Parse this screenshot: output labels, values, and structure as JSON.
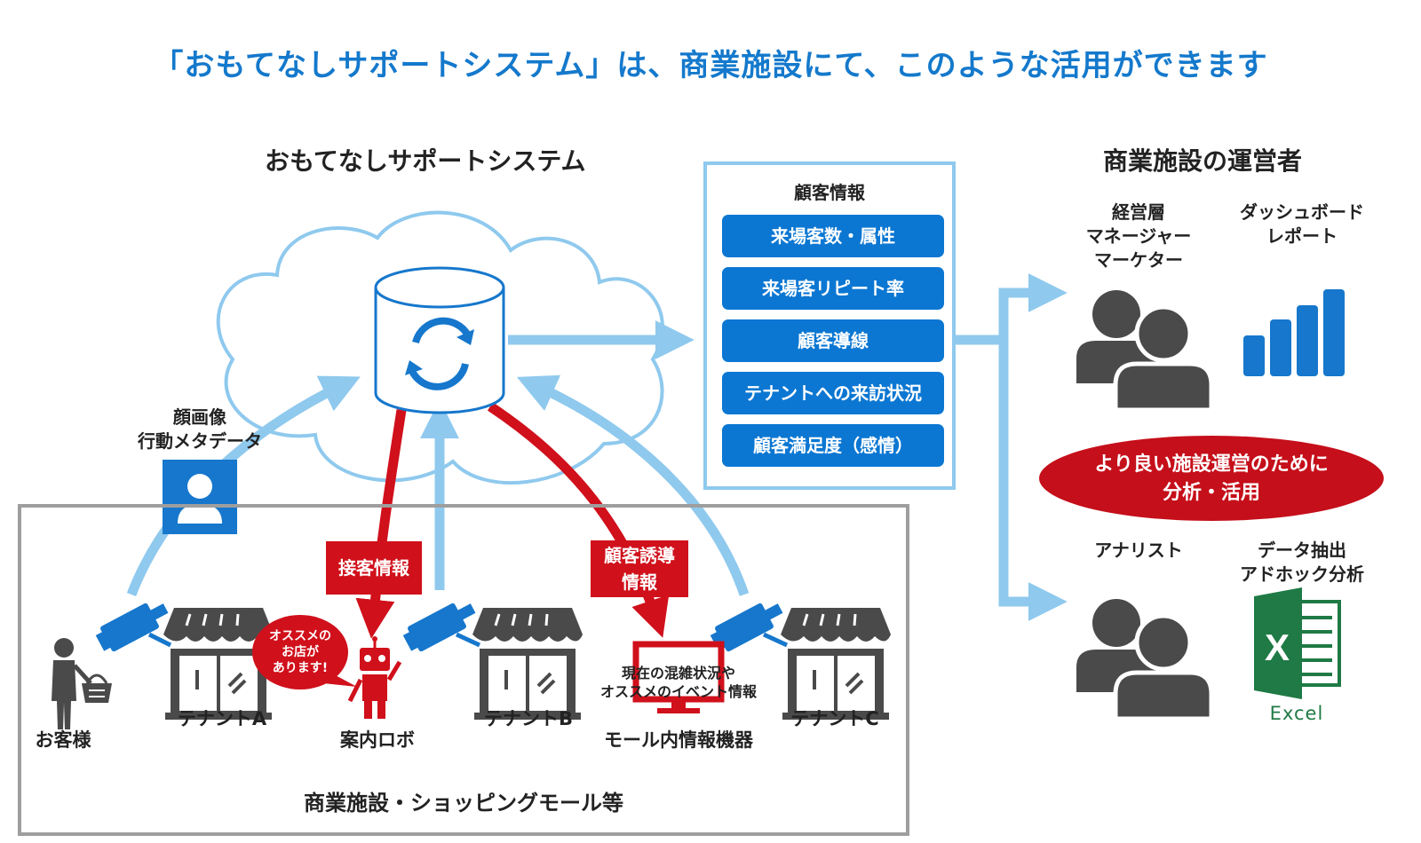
{
  "headline": "「おもてなしサポートシステム」は、商業施設にて、このような活用ができます",
  "system": {
    "title": "おもてなしサポートシステム"
  },
  "customer_info_panel": {
    "title": "顧客情報",
    "items": [
      "来場客数・属性",
      "来場客リピート率",
      "顧客導線",
      "テナントへの来訪状況",
      "顧客満足度（感情）"
    ]
  },
  "face_data_label": [
    "顔画像",
    "行動メタデータ"
  ],
  "red_tags": {
    "service_info": "接客情報",
    "guidance_info": [
      "顧客誘導",
      "情報"
    ]
  },
  "robot_bubble": [
    "オススメの",
    "お店が",
    "あります!"
  ],
  "display_text": [
    "現在の混雑状況や",
    "オススメのイベント情報"
  ],
  "facility": {
    "title": "商業施設・ショッピングモール等",
    "customer": "お客様",
    "tenant_a": "テナントA",
    "tenant_b": "テナントB",
    "tenant_c": "テナントC",
    "robot": "案内ロボ",
    "mall_device": "モール内情報機器"
  },
  "operator": {
    "title": "商業施設の運営者",
    "management": [
      "経営層",
      "マネージャー",
      "マーケター"
    ],
    "dashboard": [
      "ダッシュボード",
      "レポート"
    ],
    "analyst": "アナリスト",
    "extraction": [
      "データ抽出",
      "アドホック分析"
    ],
    "excel": "Excel",
    "banner": [
      "より良い施設運営のために",
      "分析・活用"
    ]
  },
  "colors": {
    "accent_blue": "#1479cc",
    "button_blue": "#0b77d2",
    "light_blue": "#8fc9ee",
    "red": "#d0101b",
    "gray_icon": "#4a4a4a",
    "excel_green": "#1f7a45"
  },
  "icons": [
    "database-sync-icon",
    "user-avatar-icon",
    "camera-icon",
    "store-icon",
    "robot-icon",
    "monitor-icon",
    "shopper-icon",
    "people-icon",
    "bar-chart-icon",
    "excel-icon"
  ]
}
